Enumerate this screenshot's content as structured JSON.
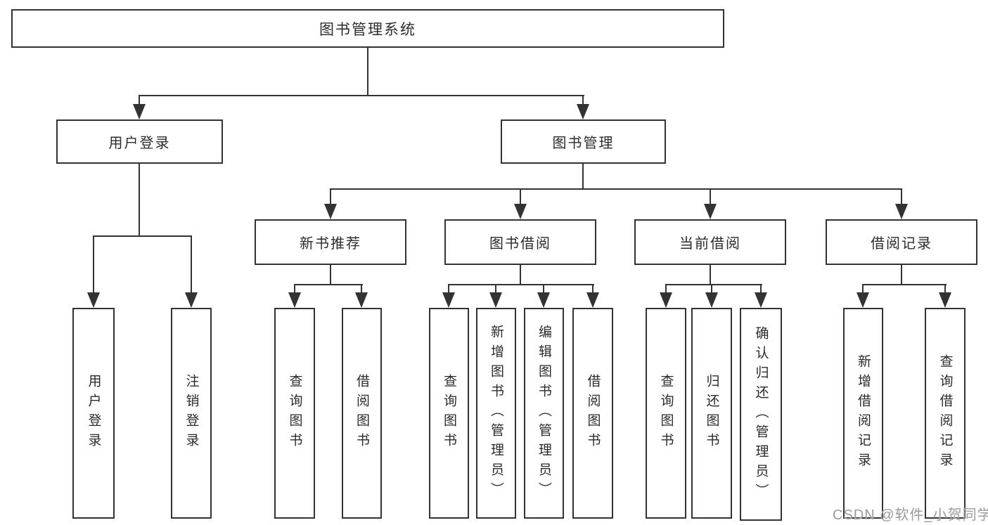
{
  "diagram": {
    "root": {
      "label": "图书管理系统"
    },
    "branches": [
      {
        "label": "用户登录",
        "leaves": [
          "用户登录",
          "注销登录"
        ]
      },
      {
        "label": "图书管理",
        "groups": [
          {
            "label": "新书推荐",
            "leaves": [
              "查询图书",
              "借阅图书"
            ]
          },
          {
            "label": "图书借阅",
            "leaves": [
              "查询图书",
              "新增图书（管理员）",
              "编辑图书（管理员）",
              "借阅图书"
            ]
          },
          {
            "label": "当前借阅",
            "leaves": [
              "查询图书",
              "归还图书",
              "确认归还（管理员）"
            ]
          },
          {
            "label": "借阅记录",
            "leaves": [
              "新增借阅记录",
              "查询借阅记录"
            ]
          }
        ]
      }
    ]
  },
  "watermark": {
    "text": "CSDN @软件_小贺同学"
  },
  "colors": {
    "line": "#333333",
    "text": "#2b2b2b",
    "watermark": "#9b9b9b",
    "background": "#ffffff"
  }
}
